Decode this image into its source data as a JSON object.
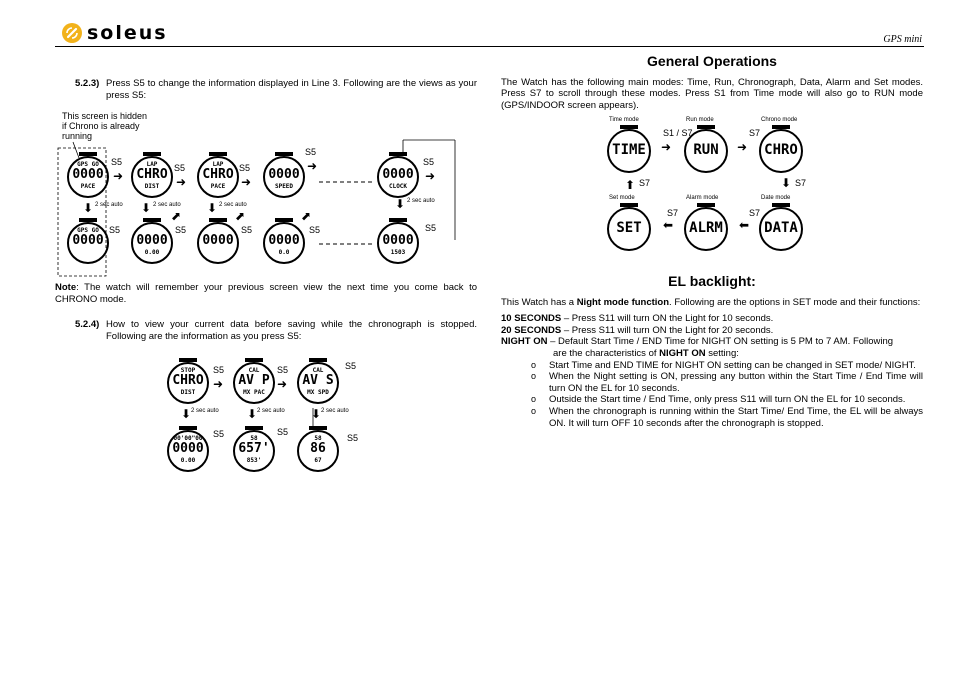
{
  "header": {
    "brand": "soleus",
    "doc_title": "GPS mini"
  },
  "left": {
    "step_523": {
      "number": "5.2.3)",
      "text": "Press S5 to change the information displayed in Line 3.  Following are the views as your press S5:"
    },
    "diagram1": {
      "note_line1": "This screen is hidden",
      "note_line2": "if Chrono is already",
      "note_line3": "running",
      "button": "S5",
      "auto": "2 sec auto",
      "screens_top": [
        {
          "line1": "GPS GO",
          "line2": "0000",
          "line3": "PACE"
        },
        {
          "line1": "LAP",
          "line2": "CHRO",
          "line3": "DIST"
        },
        {
          "line1": "LAP",
          "line2": "CHRO",
          "line3": "PACE"
        },
        {
          "line1": "",
          "line2": "0000",
          "line3": "SPEED"
        },
        {
          "line1": "",
          "line2": "0000",
          "line3": "CLOCK"
        }
      ],
      "screens_bottom": [
        {
          "line1": "GPS GO",
          "line2": "0000",
          "line3": ""
        },
        {
          "line1": "",
          "line2": "0000",
          "line3": "0.00"
        },
        {
          "line1": "",
          "line2": "0000",
          "line3": ""
        },
        {
          "line1": "",
          "line2": "0000",
          "line3": "0.0"
        },
        {
          "line1": "",
          "line2": "0000",
          "line3": "1503"
        }
      ]
    },
    "note": {
      "label": "Note",
      "text": ": The watch will remember your previous screen view the next time you come back to CHRONO mode."
    },
    "step_524": {
      "number": "5.2.4)",
      "text": "How to view your current data before saving while the chronograph is stopped. Following are the information as you press S5:"
    },
    "diagram2": {
      "button": "S5",
      "auto": "2 sec auto",
      "screens_top": [
        {
          "line1": "STOP",
          "line2": "CHRO",
          "line3": "DIST"
        },
        {
          "line1": "CAL",
          "line2": "AV P",
          "line3": "MX PAC"
        },
        {
          "line1": "CAL",
          "line2": "AV S",
          "line3": "MX SPD"
        }
      ],
      "screens_bottom": [
        {
          "line1": "00'00\"00",
          "line2": "0000",
          "line3": "0.00"
        },
        {
          "line1": "58",
          "line2": "657'",
          "line3": "853'"
        },
        {
          "line1": "58",
          "line2": "86",
          "line3": "67"
        }
      ]
    }
  },
  "right": {
    "general_title": "General Operations",
    "general_text": "The Watch has the following main modes: Time, Run, Chronograph, Data, Alarm and Set modes. Press S7 to scroll through these modes. Press S1 from Time mode will also go to RUN mode (GPS/INDOOR screen appears).",
    "modes": [
      {
        "label": "Time mode",
        "display": "TIME"
      },
      {
        "label": "Run mode",
        "display": "RUN"
      },
      {
        "label": "Chrono mode",
        "display": "CHRO"
      },
      {
        "label": "Date mode",
        "display": "DATA"
      },
      {
        "label": "Alarm mode",
        "display": "ALRM"
      },
      {
        "label": "Set mode",
        "display": "SET"
      }
    ],
    "mode_buttons": {
      "s1s7": "S1 / S7",
      "s7": "S7"
    },
    "el_title": "EL backlight:",
    "el_intro_1": "This Watch has a ",
    "el_intro_bold": "Night mode function",
    "el_intro_2": ". Following are the options in SET mode and their functions:",
    "opt10_label": "10 SECONDS",
    "opt10_text": " – Press S11 will turn ON the Light for 10 seconds.",
    "opt20_label": "20 SECONDS",
    "opt20_text": " – Press S11 will turn ON the Light for 20 seconds.",
    "night_label": "NIGHT ON",
    "night_text": " – Default Start Time / END Time for NIGHT ON setting is 5 PM to 7 AM. Following",
    "night_text2": "are the characteristics of ",
    "night_text2_bold": "NIGHT ON",
    "night_text2_end": " setting:",
    "bullet_mark": "o",
    "bullets": [
      "Start Time and END TIME for NIGHT ON setting can be changed in SET mode/ NIGHT.",
      "When the Night setting is ON, pressing any button within the Start Time / End Time will turn ON the EL for 10 seconds.",
      "Outside the Start time / End Time, only press S11 will turn ON the EL for 10 seconds.",
      "When the chronograph is running within the Start Time/ End Time, the EL will be always ON. It will turn OFF 10 seconds after the chronograph is stopped."
    ]
  }
}
